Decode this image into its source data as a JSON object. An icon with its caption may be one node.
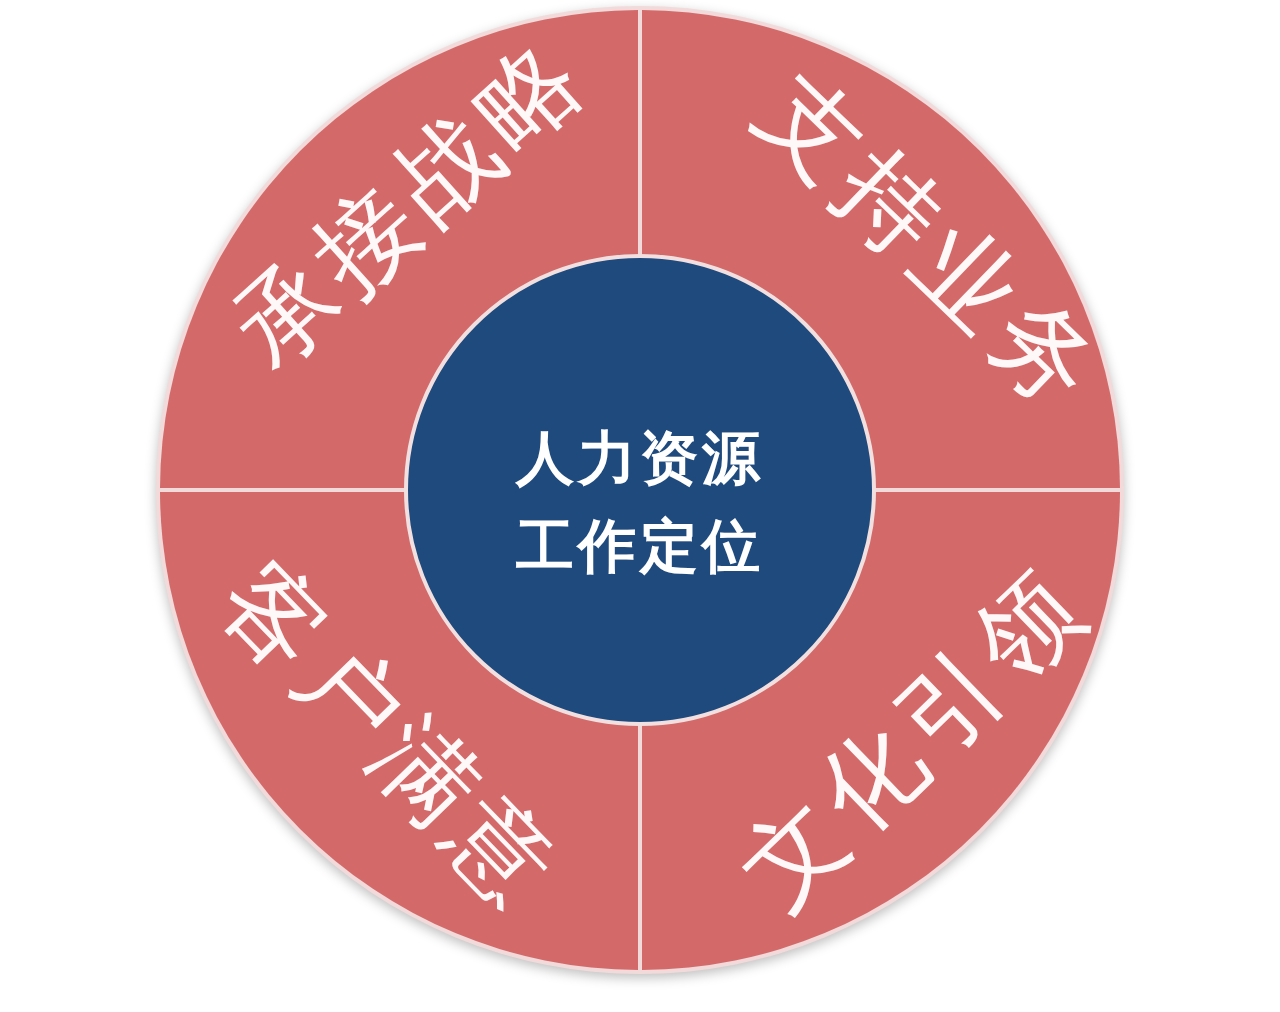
{
  "diagram": {
    "nodes": [
      {
        "text": [
          "承接战略"
        ]
      },
      {
        "text": [
          "支持业务"
        ]
      },
      {
        "text": [
          "客户满意"
        ]
      },
      {
        "text": [
          "文化引领"
        ]
      },
      {
        "text": [
          "人力资源工作定位"
        ]
      }
    ]
  }
}
